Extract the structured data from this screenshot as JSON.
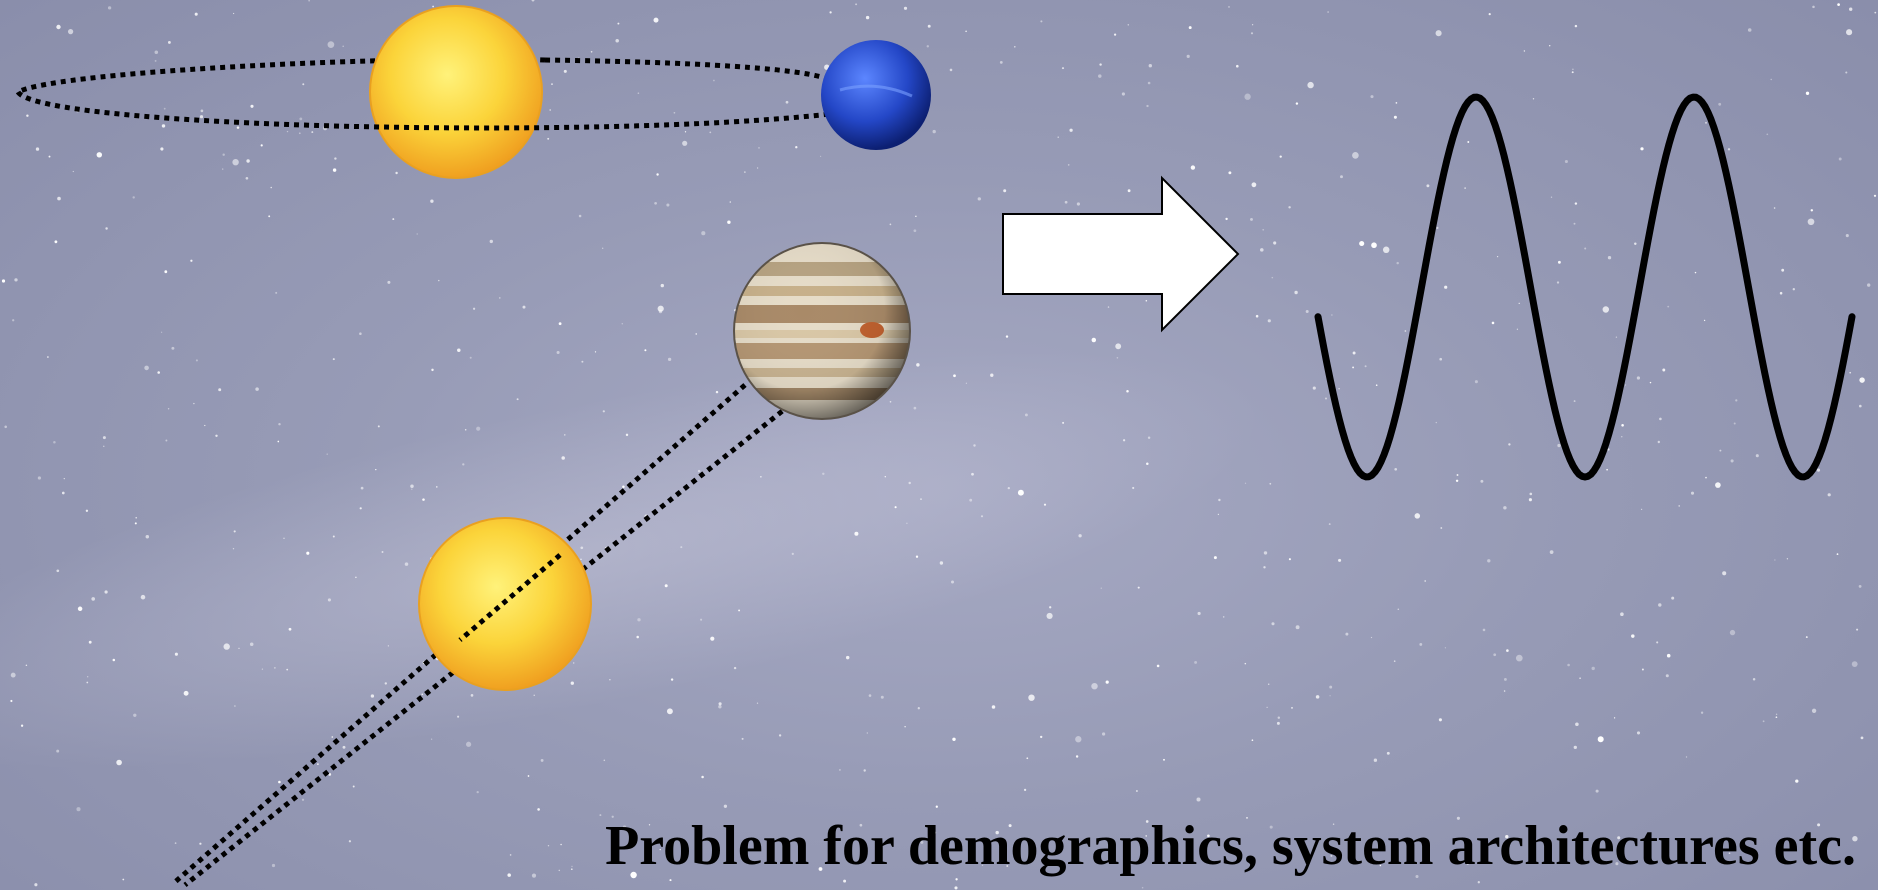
{
  "caption": "Problem for demographics, system architectures etc.",
  "colors": {
    "background": "#9a9db8",
    "sun": "#f7c531",
    "neptune": "#2d4fd6",
    "jupiter": "#c9b89a",
    "orbit": "#000000",
    "arrow_fill": "#ffffff",
    "wave": "#000000"
  },
  "objects": [
    "star-top",
    "neptune",
    "jupiter",
    "star-bottom"
  ],
  "icons": [
    "sun-icon",
    "neptune-icon",
    "jupiter-icon",
    "right-arrow-icon"
  ]
}
